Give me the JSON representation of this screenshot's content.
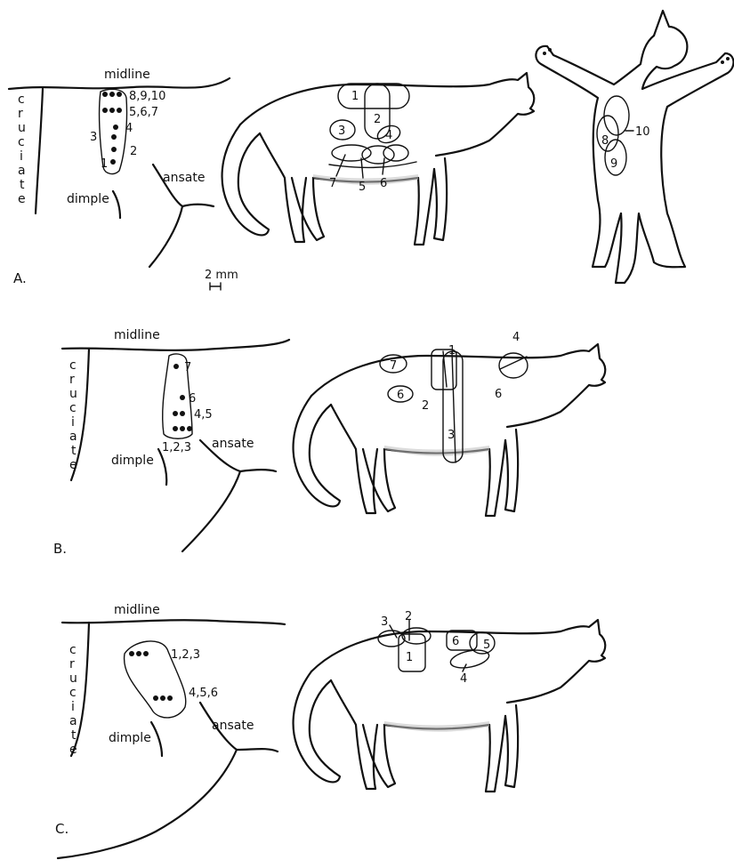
{
  "panels": [
    {
      "label": "A.",
      "brain": {
        "midline": "midline",
        "cruciate": "cruciate",
        "dimple": "dimple",
        "ansate": "ansate",
        "dot_labels": [
          "8,9,10",
          "5,6,7",
          "4",
          "3",
          "2",
          "1"
        ]
      },
      "body_fields": [
        "1",
        "2",
        "3",
        "4",
        "5",
        "6",
        "7"
      ],
      "ventral_fields": [
        "8",
        "9",
        "10"
      ],
      "scale": "2 mm"
    },
    {
      "label": "B.",
      "brain": {
        "midline": "midline",
        "cruciate": "cruciate",
        "dimple": "dimple",
        "ansate": "ansate",
        "dot_labels": [
          "7",
          "6",
          "4,5",
          "1,2,3"
        ]
      },
      "body_fields": [
        "1",
        "2",
        "3",
        "4",
        "6",
        "7"
      ]
    },
    {
      "label": "C.",
      "brain": {
        "midline": "midline",
        "cruciate": "cruciate",
        "dimple": "dimple",
        "ansate": "ansate",
        "dot_labels": [
          "1,2,3",
          "4,5,6"
        ]
      },
      "body_fields": [
        "1",
        "2",
        "3",
        "4",
        "5",
        "6"
      ]
    }
  ]
}
